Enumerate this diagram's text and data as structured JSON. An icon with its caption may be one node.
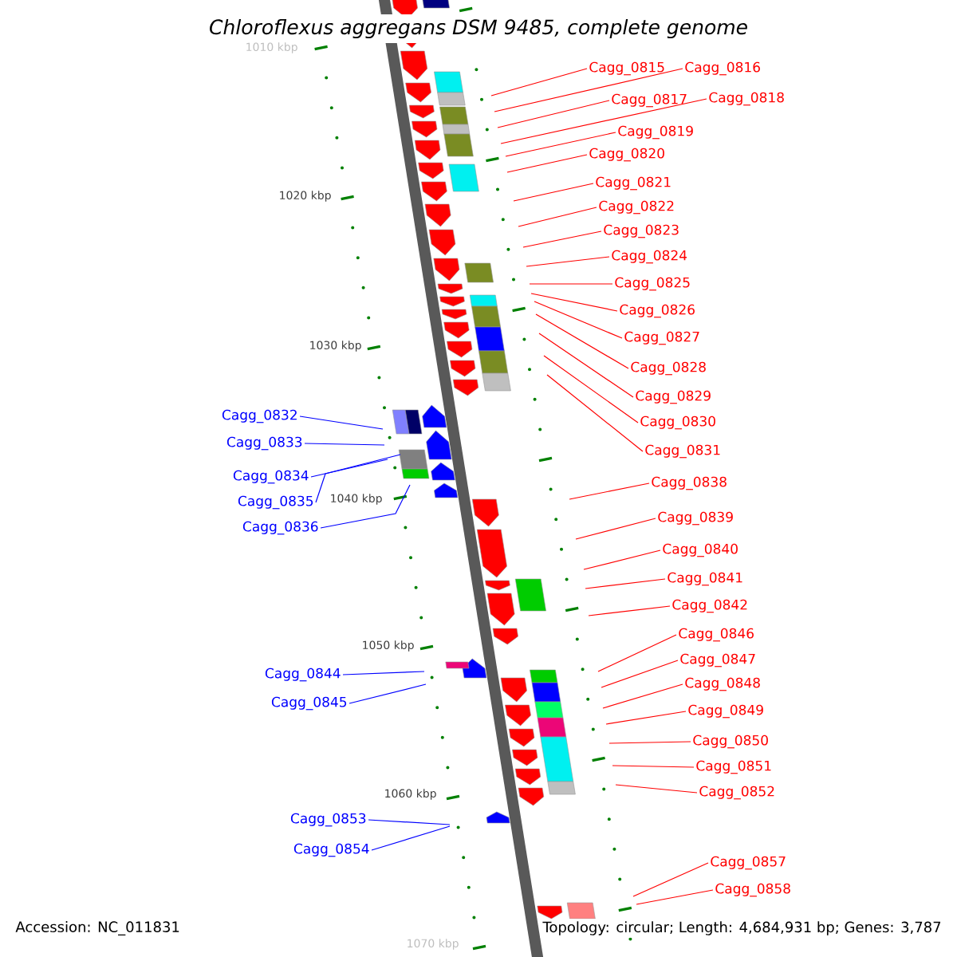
{
  "diagram": {
    "title": "Chloroflexus aggregans DSM 9485, complete genome",
    "nodes": [
      {
        "text": [
          "Cagg_0815"
        ]
      },
      {
        "text": [
          "Cagg_0816"
        ]
      },
      {
        "text": [
          "Cagg_0817"
        ]
      },
      {
        "text": [
          "Cagg_0818"
        ]
      },
      {
        "text": [
          "Cagg_0819"
        ]
      },
      {
        "text": [
          "Cagg_0820"
        ]
      },
      {
        "text": [
          "Cagg_0821"
        ]
      },
      {
        "text": [
          "Cagg_0822"
        ]
      },
      {
        "text": [
          "Cagg_0823"
        ]
      },
      {
        "text": [
          "Cagg_0824"
        ]
      },
      {
        "text": [
          "Cagg_0825"
        ]
      },
      {
        "text": [
          "Cagg_0826"
        ]
      },
      {
        "text": [
          "Cagg_0827"
        ]
      },
      {
        "text": [
          "Cagg_0828"
        ]
      },
      {
        "text": [
          "Cagg_0829"
        ]
      },
      {
        "text": [
          "Cagg_0830"
        ]
      },
      {
        "text": [
          "Cagg_0831"
        ]
      },
      {
        "text": [
          "Cagg_0832"
        ]
      },
      {
        "text": [
          "Cagg_0833"
        ]
      },
      {
        "text": [
          "Cagg_0834"
        ]
      },
      {
        "text": [
          "Cagg_0835"
        ]
      },
      {
        "text": [
          "Cagg_0836"
        ]
      },
      {
        "text": [
          "Cagg_0838"
        ]
      },
      {
        "text": [
          "Cagg_0839"
        ]
      },
      {
        "text": [
          "Cagg_0840"
        ]
      },
      {
        "text": [
          "Cagg_0841"
        ]
      },
      {
        "text": [
          "Cagg_0842"
        ]
      },
      {
        "text": [
          "Cagg_0844"
        ]
      },
      {
        "text": [
          "Cagg_0845"
        ]
      },
      {
        "text": [
          "Cagg_0846"
        ]
      },
      {
        "text": [
          "Cagg_0847"
        ]
      },
      {
        "text": [
          "Cagg_0848"
        ]
      },
      {
        "text": [
          "Cagg_0849"
        ]
      },
      {
        "text": [
          "Cagg_0850"
        ]
      },
      {
        "text": [
          "Cagg_0851"
        ]
      },
      {
        "text": [
          "Cagg_0852"
        ]
      },
      {
        "text": [
          "Cagg_0853"
        ]
      },
      {
        "text": [
          "Cagg_0854"
        ]
      },
      {
        "text": [
          "Cagg_0857"
        ]
      },
      {
        "text": [
          "Cagg_0858"
        ]
      }
    ],
    "edges": [
      {
        "from": 0,
        "to": null,
        "arrow": "none"
      },
      {
        "from": 1,
        "to": null,
        "arrow": "none"
      },
      {
        "from": 2,
        "to": null,
        "arrow": "none"
      },
      {
        "from": 3,
        "to": null,
        "arrow": "none"
      },
      {
        "from": 4,
        "to": null,
        "arrow": "none"
      },
      {
        "from": 5,
        "to": null,
        "arrow": "none"
      },
      {
        "from": 6,
        "to": null,
        "arrow": "none"
      },
      {
        "from": 7,
        "to": null,
        "arrow": "none"
      },
      {
        "from": 8,
        "to": null,
        "arrow": "none"
      },
      {
        "from": 9,
        "to": null,
        "arrow": "none"
      },
      {
        "from": 10,
        "to": null,
        "arrow": "none"
      },
      {
        "from": 11,
        "to": null,
        "arrow": "none"
      },
      {
        "from": 12,
        "to": null,
        "arrow": "none"
      },
      {
        "from": 13,
        "to": null,
        "arrow": "none"
      },
      {
        "from": 14,
        "to": null,
        "arrow": "none"
      },
      {
        "from": 15,
        "to": null,
        "arrow": "none"
      },
      {
        "from": 16,
        "to": null,
        "arrow": "none"
      },
      {
        "from": 17,
        "to": null,
        "arrow": "none",
        "color": "#0000ff"
      },
      {
        "from": 18,
        "to": null,
        "arrow": "none",
        "color": "#0000ff"
      },
      {
        "from": 19,
        "to": null,
        "arrow": "none",
        "color": "#0000ff"
      },
      {
        "from": 20,
        "to": null,
        "arrow": "none",
        "color": "#0000ff"
      },
      {
        "from": 21,
        "to": null,
        "arrow": "none",
        "color": "#0000ff"
      },
      {
        "from": 22,
        "to": null,
        "arrow": "none"
      },
      {
        "from": 23,
        "to": null,
        "arrow": "none"
      },
      {
        "from": 24,
        "to": null,
        "arrow": "none"
      },
      {
        "from": 25,
        "to": null,
        "arrow": "none"
      },
      {
        "from": 26,
        "to": null,
        "arrow": "none"
      },
      {
        "from": 27,
        "to": null,
        "arrow": "none",
        "color": "#0000ff"
      },
      {
        "from": 28,
        "to": null,
        "arrow": "none",
        "color": "#0000ff"
      },
      {
        "from": 29,
        "to": null,
        "arrow": "none"
      },
      {
        "from": 30,
        "to": null,
        "arrow": "none"
      },
      {
        "from": 31,
        "to": null,
        "arrow": "none"
      },
      {
        "from": 32,
        "to": null,
        "arrow": "none"
      },
      {
        "from": 33,
        "to": null,
        "arrow": "none"
      },
      {
        "from": 34,
        "to": null,
        "arrow": "none"
      },
      {
        "from": 35,
        "to": null,
        "arrow": "none"
      },
      {
        "from": 36,
        "to": null,
        "arrow": "none",
        "color": "#0000ff"
      },
      {
        "from": 37,
        "to": null,
        "arrow": "none",
        "color": "#0000ff"
      },
      {
        "from": 38,
        "to": null,
        "arrow": "none"
      },
      {
        "from": 39,
        "to": null,
        "arrow": "none"
      }
    ],
    "labels": [
      "1010 kbp",
      "1020 kbp",
      "1030 kbp",
      "1040 kbp",
      "1050 kbp",
      "1060 kbp",
      "1070 kbp",
      "Accession: NC_011831",
      "Topology: circular; Length: 4,684,931 bp; Genes: 3,787"
    ]
  }
}
